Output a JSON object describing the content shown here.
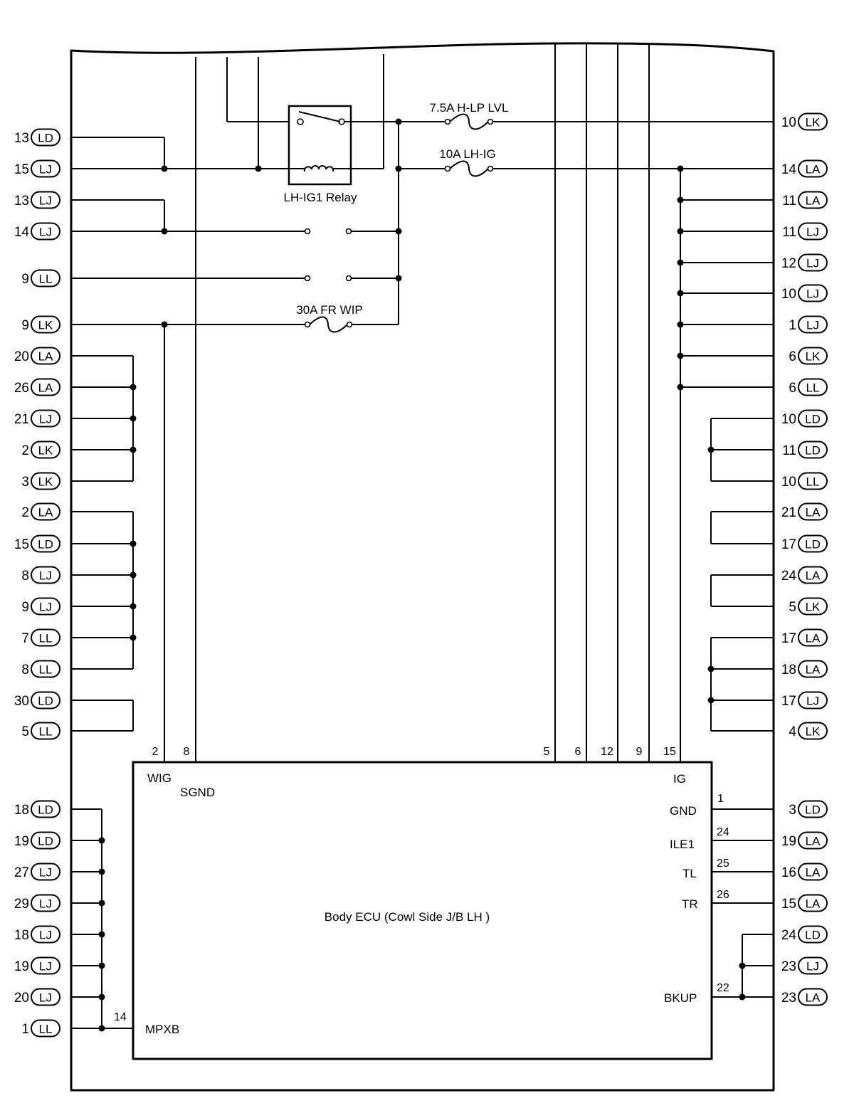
{
  "relay": {
    "label": "LH-IG1 Relay"
  },
  "fuses": [
    {
      "id": "hlp",
      "label": "7.5A H-LP LVL"
    },
    {
      "id": "lhig",
      "label": "10A LH-IG"
    },
    {
      "id": "frwip",
      "label": "30A FR WIP"
    }
  ],
  "ecu": {
    "title": "Body ECU (Cowl Side J/B LH )",
    "signals": {
      "wig": "WIG",
      "sgnd": "SGND",
      "ig": "IG",
      "gnd": "GND",
      "ile1": "ILE1",
      "tl": "TL",
      "tr": "TR",
      "bkup": "BKUP",
      "mpxb": "MPXB"
    },
    "pins": {
      "wig": "2",
      "sgnd": "8",
      "p5": "5",
      "p6": "6",
      "p12": "12",
      "p9": "9",
      "ig": "15",
      "gnd": "1",
      "ile1": "24",
      "tl": "25",
      "tr": "26",
      "bkup": "22",
      "mpxb": "14"
    }
  },
  "terminals_left": [
    {
      "num": "13",
      "conn": "LD"
    },
    {
      "num": "15",
      "conn": "LJ"
    },
    {
      "num": "13",
      "conn": "LJ"
    },
    {
      "num": "14",
      "conn": "LJ"
    },
    {
      "num": "9",
      "conn": "LL"
    },
    {
      "num": "9",
      "conn": "LK"
    },
    {
      "num": "20",
      "conn": "LA"
    },
    {
      "num": "26",
      "conn": "LA"
    },
    {
      "num": "21",
      "conn": "LJ"
    },
    {
      "num": "2",
      "conn": "LK"
    },
    {
      "num": "3",
      "conn": "LK"
    },
    {
      "num": "2",
      "conn": "LA"
    },
    {
      "num": "15",
      "conn": "LD"
    },
    {
      "num": "8",
      "conn": "LJ"
    },
    {
      "num": "9",
      "conn": "LJ"
    },
    {
      "num": "7",
      "conn": "LL"
    },
    {
      "num": "8",
      "conn": "LL"
    },
    {
      "num": "30",
      "conn": "LD"
    },
    {
      "num": "5",
      "conn": "LL"
    },
    {
      "num": "18",
      "conn": "LD"
    },
    {
      "num": "19",
      "conn": "LD"
    },
    {
      "num": "27",
      "conn": "LJ"
    },
    {
      "num": "29",
      "conn": "LJ"
    },
    {
      "num": "18",
      "conn": "LJ"
    },
    {
      "num": "19",
      "conn": "LJ"
    },
    {
      "num": "20",
      "conn": "LJ"
    },
    {
      "num": "1",
      "conn": "LL"
    }
  ],
  "terminals_right": [
    {
      "num": "10",
      "conn": "LK"
    },
    {
      "num": "14",
      "conn": "LA"
    },
    {
      "num": "11",
      "conn": "LA"
    },
    {
      "num": "11",
      "conn": "LJ"
    },
    {
      "num": "12",
      "conn": "LJ"
    },
    {
      "num": "10",
      "conn": "LJ"
    },
    {
      "num": "1",
      "conn": "LJ"
    },
    {
      "num": "6",
      "conn": "LK"
    },
    {
      "num": "6",
      "conn": "LL"
    },
    {
      "num": "10",
      "conn": "LD"
    },
    {
      "num": "11",
      "conn": "LD"
    },
    {
      "num": "10",
      "conn": "LL"
    },
    {
      "num": "21",
      "conn": "LA"
    },
    {
      "num": "17",
      "conn": "LD"
    },
    {
      "num": "24",
      "conn": "LA"
    },
    {
      "num": "5",
      "conn": "LK"
    },
    {
      "num": "17",
      "conn": "LA"
    },
    {
      "num": "18",
      "conn": "LA"
    },
    {
      "num": "17",
      "conn": "LJ"
    },
    {
      "num": "4",
      "conn": "LK"
    },
    {
      "num": "3",
      "conn": "LD"
    },
    {
      "num": "19",
      "conn": "LA"
    },
    {
      "num": "16",
      "conn": "LA"
    },
    {
      "num": "15",
      "conn": "LA"
    },
    {
      "num": "24",
      "conn": "LD"
    },
    {
      "num": "23",
      "conn": "LJ"
    },
    {
      "num": "23",
      "conn": "LA"
    }
  ]
}
